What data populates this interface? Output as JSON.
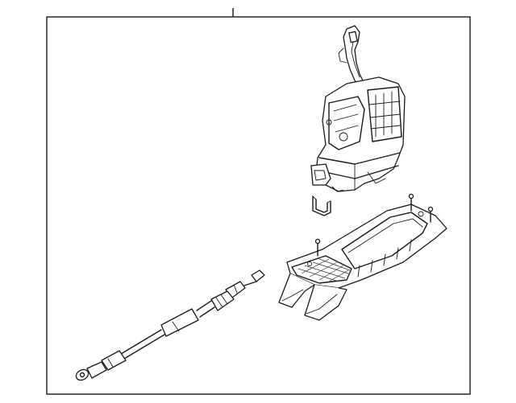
{
  "diagram": {
    "frame_color": "#1a1a1a",
    "background": "#ffffff",
    "components": [
      "leader-line",
      "shifter-assembly",
      "retaining-clip",
      "shifter-base-bracket",
      "shift-cable"
    ]
  }
}
